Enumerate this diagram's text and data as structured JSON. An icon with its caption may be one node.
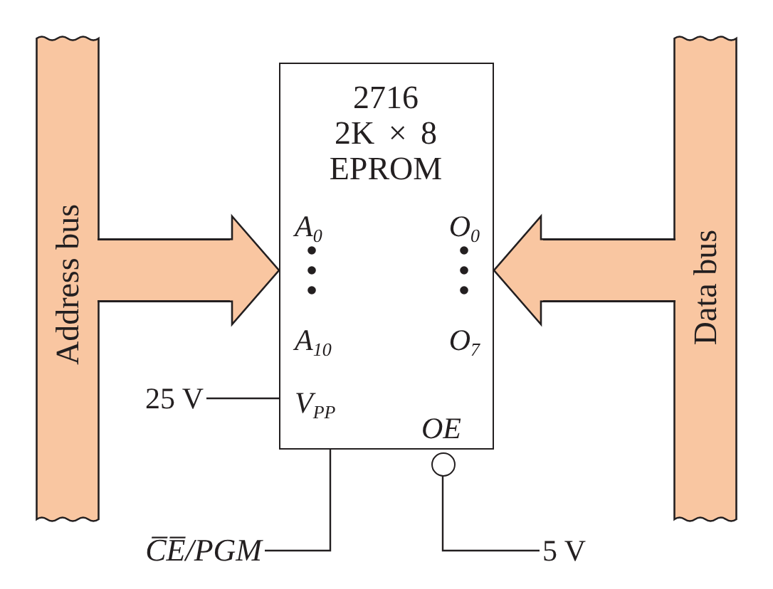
{
  "diagram": {
    "nodes": [
      {
        "text": [
          "Address bus"
        ]
      },
      {
        "text": [
          "2716 2K × 8 EPROM",
          "A$_{0}$",
          "O$_{0}$",
          "A$_{10}$",
          "O$_{7}$",
          "V$_{PP}$",
          "OE"
        ]
      },
      {
        "text": [
          "Data bus"
        ]
      },
      {
        "text": [
          "25 V"
        ]
      },
      {
        "text": [],
        "shape": "circle"
      },
      {
        "text": [
          "C̅E̅/PGM"
        ]
      },
      {
        "text": [
          "5 V"
        ]
      }
    ],
    "edges": [
      {
        "from": 0,
        "to": 1,
        "arrow": "to",
        "style": "thick",
        "color": "#f9c6a1"
      },
      {
        "from": 2,
        "to": 1,
        "arrow": "to",
        "style": "thick",
        "color": "#f9c6a1"
      },
      {
        "from": 3,
        "to": 1,
        "arrow": "none"
      },
      {
        "from": 5,
        "to": 1,
        "arrow": "none"
      },
      {
        "from": 6,
        "to": 4,
        "arrow": "none"
      }
    ]
  }
}
